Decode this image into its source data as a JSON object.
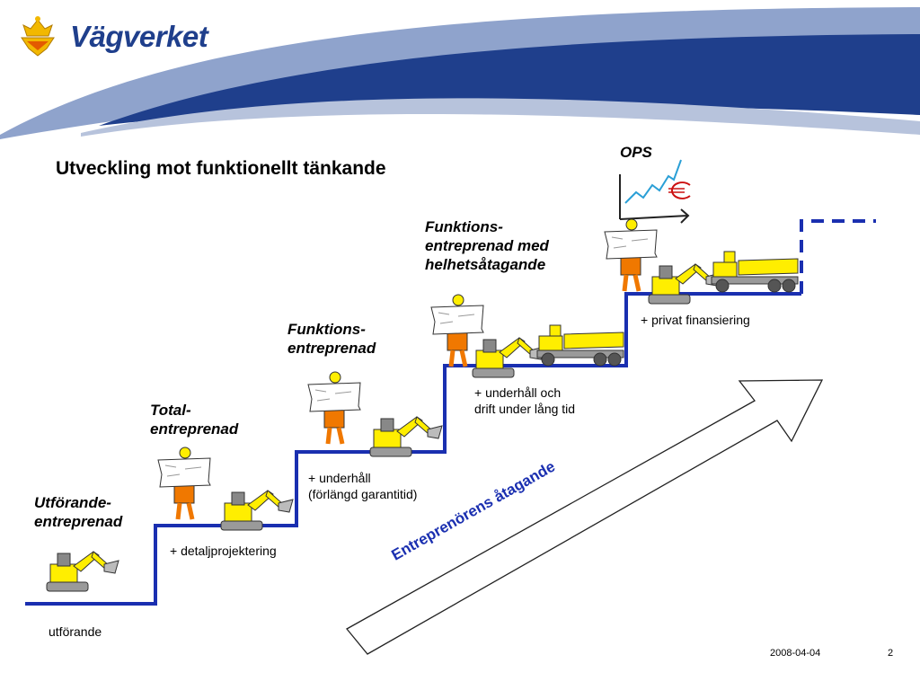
{
  "header": {
    "brand_name": "Vägverket",
    "logo_icon": "crown-emblem-icon",
    "swoosh_color": "#1f3f8c"
  },
  "slide": {
    "title": "Utveckling mot funktionellt tänkande"
  },
  "steps": [
    {
      "label_lines": [
        "Utförande-",
        "entreprenad"
      ],
      "note": [
        "utförande"
      ]
    },
    {
      "label_lines": [
        "Total-",
        "entreprenad"
      ],
      "note": [
        "+ detaljprojektering"
      ]
    },
    {
      "label_lines": [
        "Funktions-",
        "entreprenad"
      ],
      "note": [
        "+ underhåll",
        "(förlängd garantitid)"
      ]
    },
    {
      "label_lines": [
        "Funktions-",
        "entreprenad med",
        "helhetsåtagande"
      ],
      "note": [
        "+ underhåll och",
        "drift under lång tid"
      ]
    },
    {
      "label_lines": [
        "OPS"
      ],
      "note": [
        "+ privat finansiering"
      ]
    }
  ],
  "arrow_label": "Entreprenörens åtagande",
  "icons": {
    "excavator": "excavator-icon",
    "engineer": "engineer-with-drawing-icon",
    "dump_truck": "dump-truck-icon",
    "growth_chart": "growth-chart-icon",
    "euro": "euro-icon"
  },
  "colors": {
    "staircase": "#1a2fb0",
    "machine_yellow": "#ffee00",
    "euro_red": "#cc1111",
    "chart_line": "#2a9fd6"
  },
  "footer": {
    "date": "2008-04-04",
    "page_number": "2"
  }
}
